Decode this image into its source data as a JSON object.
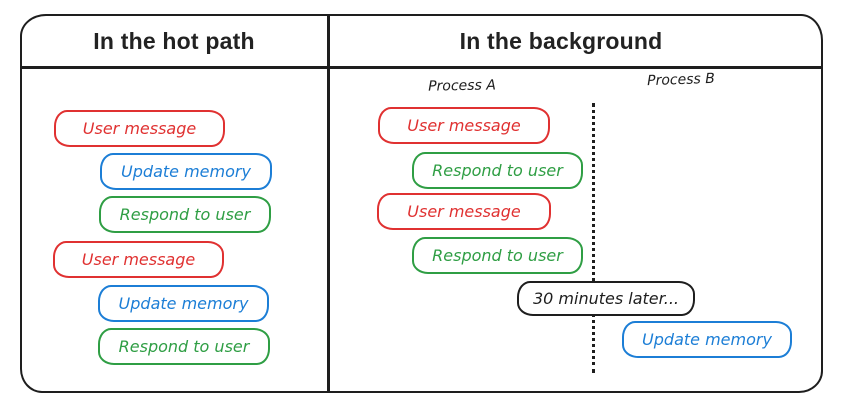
{
  "colors": {
    "red": "#e03131",
    "blue": "#1c7ed6",
    "green": "#2f9e44",
    "ink": "#1e1e1e",
    "background": "#ffffff"
  },
  "panels": {
    "hot_path": {
      "title": "In the hot path",
      "boxes": [
        {
          "label": "User message",
          "color": "red"
        },
        {
          "label": "Update memory",
          "color": "blue"
        },
        {
          "label": "Respond to user",
          "color": "green"
        },
        {
          "label": "User message",
          "color": "red"
        },
        {
          "label": "Update memory",
          "color": "blue"
        },
        {
          "label": "Respond to user",
          "color": "green"
        }
      ]
    },
    "background": {
      "title": "In the background",
      "process_a_label": "Process A",
      "process_b_label": "Process B",
      "process_a_boxes": [
        {
          "label": "User message",
          "color": "red"
        },
        {
          "label": "Respond to user",
          "color": "green"
        },
        {
          "label": "User message",
          "color": "red"
        },
        {
          "label": "Respond to user",
          "color": "green"
        }
      ],
      "time_note": "30 minutes later...",
      "process_b_boxes": [
        {
          "label": "Update memory",
          "color": "blue"
        }
      ]
    }
  }
}
